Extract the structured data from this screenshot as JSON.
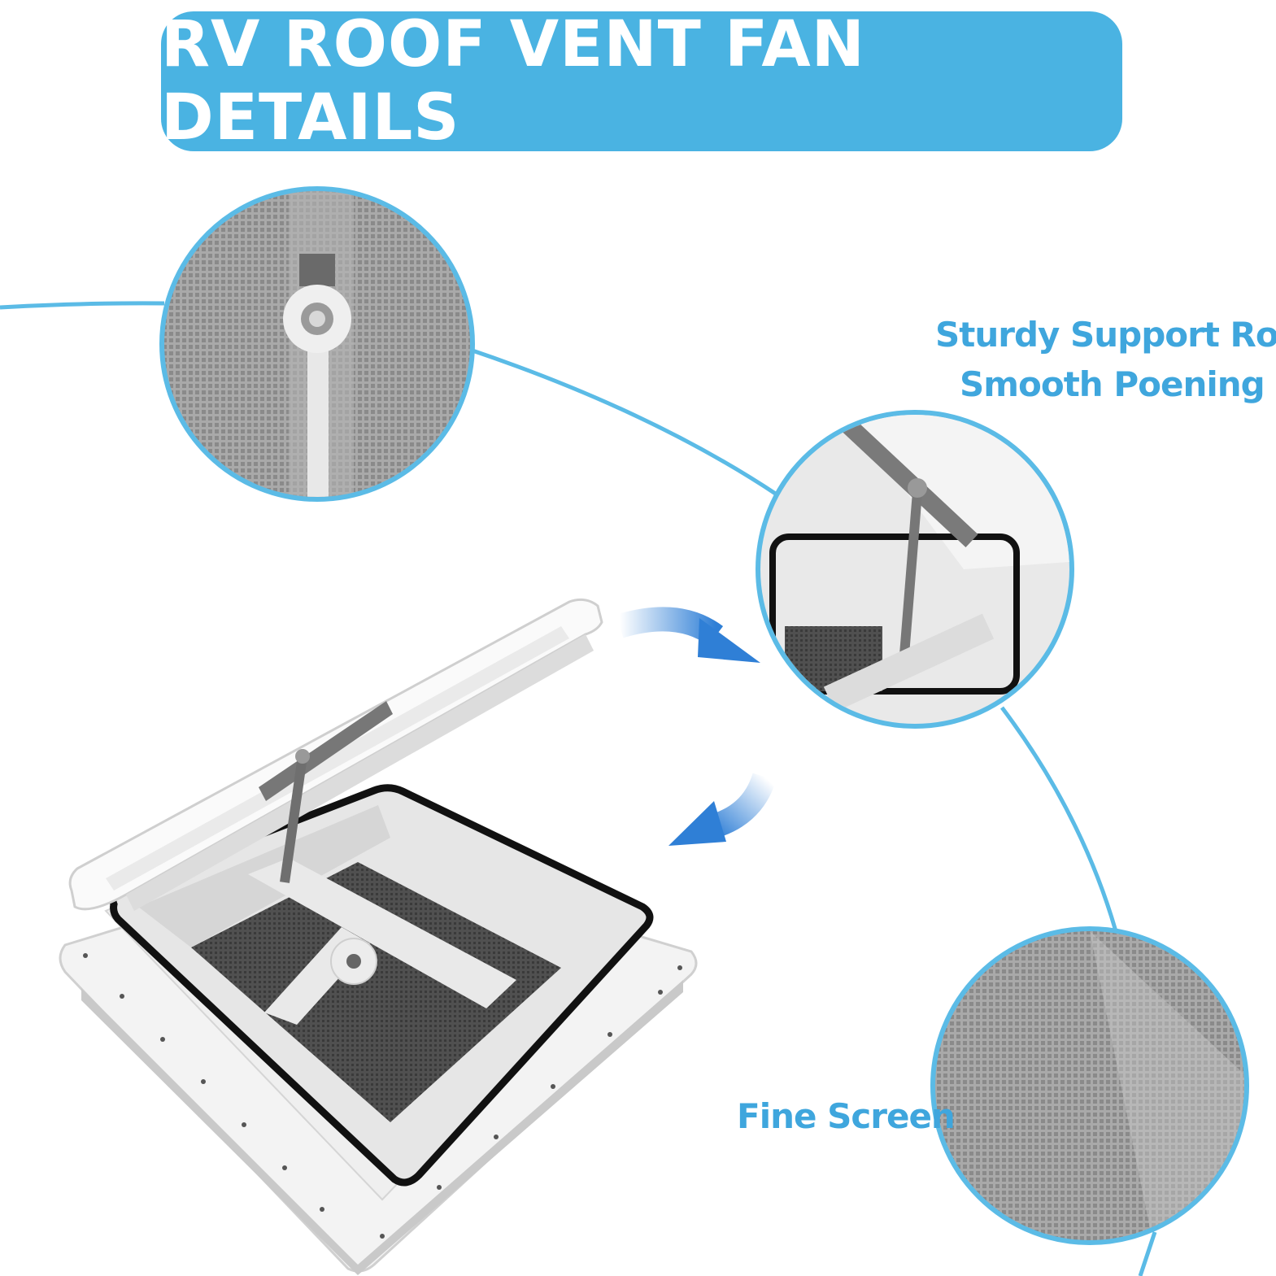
{
  "banner": {
    "title": "RV ROOF VENT FAN DETAILS"
  },
  "callouts": {
    "support_rod_line1": "Sturdy Support Rod",
    "support_rod_line2": "Smooth Poening",
    "fine_screen": "Fine Screen"
  },
  "colors": {
    "accent": "#4ab3e2",
    "label_text": "#3fa6dd",
    "arrow": "#2f7fd6",
    "vent_body": "#f2f2f2",
    "gasket": "#111111",
    "mesh": "#9a9a9a"
  }
}
